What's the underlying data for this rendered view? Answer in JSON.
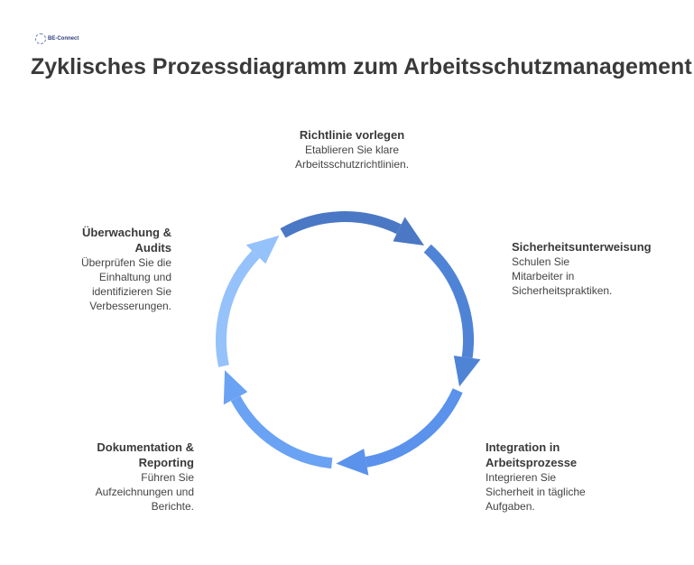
{
  "logo": {
    "text": "BE-Connect"
  },
  "title": "Zyklisches Prozessdiagramm zum Arbeitsschutzmanagement",
  "steps": [
    {
      "title": "Richtlinie vorlegen",
      "description": "Etablieren Sie klare Arbeitsschutzrichtlinien.",
      "color": "#4a78c4"
    },
    {
      "title": "Sicherheitsunterweisung",
      "description": "Schulen Sie Mitarbeiter in Sicherheitspraktiken.",
      "color": "#4f83d6"
    },
    {
      "title": "Integration in Arbeitsprozesse",
      "description": "Integrieren Sie Sicherheit in tägliche Aufgaben.",
      "color": "#5a92ec"
    },
    {
      "title": "Dokumentation & Reporting",
      "description": "Führen Sie Aufzeichnungen und Berichte.",
      "color": "#6aa2f4"
    },
    {
      "title": "Überwachung & Audits",
      "description": "Überprüfen Sie die Einhaltung und identifizieren Sie Verbesserungen.",
      "color": "#96c2fb"
    }
  ]
}
